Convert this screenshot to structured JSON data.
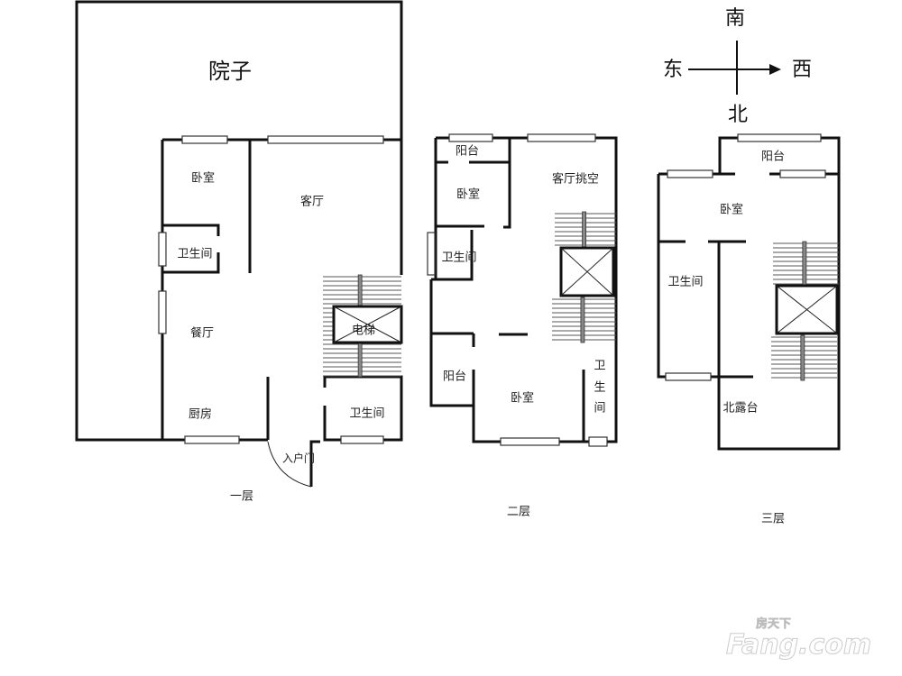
{
  "compass": {
    "south": "南",
    "east": "东",
    "west": "西",
    "north": "北"
  },
  "floor1": {
    "caption": "一层",
    "yard": "院子",
    "rooms": {
      "bedroom": "卧室",
      "living": "客厅",
      "bathroom_a": "卫生间",
      "dining": "餐厅",
      "elevator": "电梯",
      "kitchen": "厨房",
      "bathroom_b": "卫生间",
      "entry_door": "入户门"
    }
  },
  "floor2": {
    "caption": "二层",
    "rooms": {
      "balcony_top": "阳台",
      "bedroom_a": "卧室",
      "living_void": "客厅挑空",
      "bathroom_a": "卫生间",
      "balcony_bottom": "阳台",
      "bedroom_b": "卧室",
      "bathroom_b": [
        "卫",
        "生",
        "间"
      ]
    }
  },
  "floor3": {
    "caption": "三层",
    "rooms": {
      "balcony": "阳台",
      "bedroom": "卧室",
      "bathroom": "卫生间",
      "north_terrace": "北露台"
    }
  },
  "watermark": {
    "brand": "Fang.com",
    "chinese": "房天下"
  }
}
